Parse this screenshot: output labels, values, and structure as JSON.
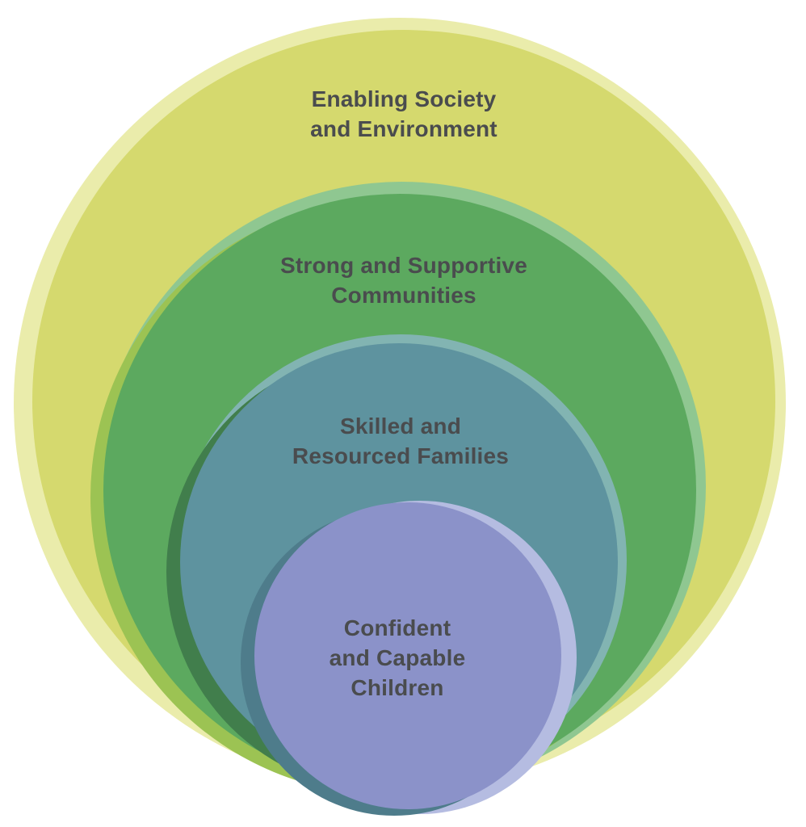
{
  "diagram": {
    "type": "nested-circles",
    "background": "#ffffff",
    "text_color": "#4a4c4e",
    "layers": [
      {
        "id": "enabling-society",
        "label_lines": [
          "Enabling Society",
          "and Environment"
        ],
        "colors": {
          "main": "#d5d96e",
          "halo": "#eaecab"
        }
      },
      {
        "id": "strong-communities",
        "label_lines": [
          "Strong and Supportive",
          "Communities"
        ],
        "colors": {
          "main": "#5ca95f",
          "halo": "#8fc791",
          "shadow": "#9cc353"
        }
      },
      {
        "id": "skilled-families",
        "label_lines": [
          "Skilled and",
          "Resourced Families"
        ],
        "colors": {
          "main": "#5e939f",
          "halo": "#82b4b2",
          "shadow": "#417e4c"
        }
      },
      {
        "id": "confident-children",
        "label_lines": [
          "Confident",
          "and Capable",
          "Children"
        ],
        "colors": {
          "main": "#8b92c9",
          "halo": "#b5bce1",
          "shadow": "#4e7c8b"
        }
      }
    ]
  }
}
